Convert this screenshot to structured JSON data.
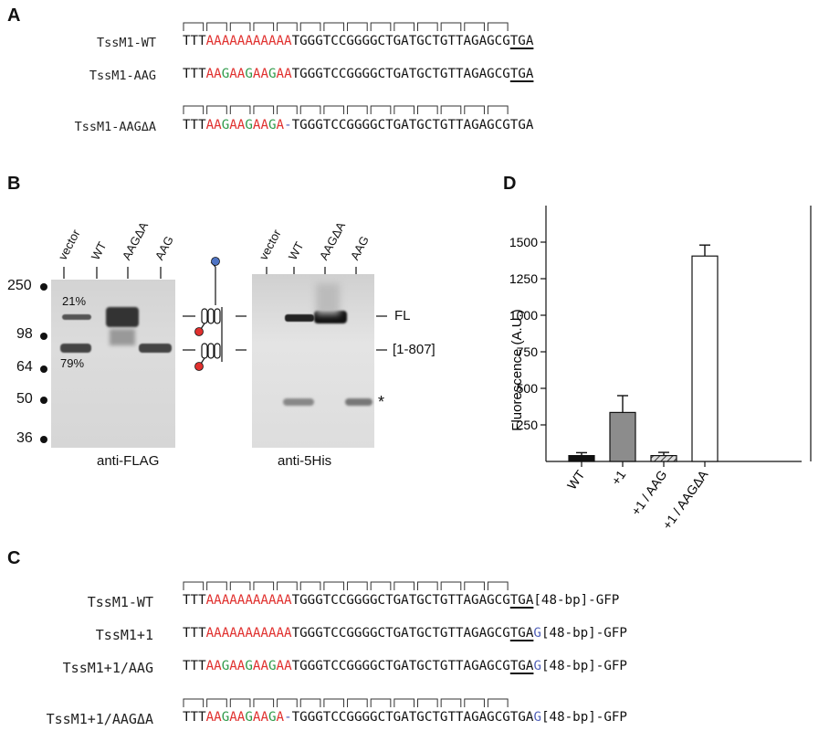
{
  "panels": {
    "a": "A",
    "b": "B",
    "c": "C",
    "d": "D"
  },
  "panel_a": {
    "rows": [
      {
        "label": "TssM1-WT",
        "parts": [
          {
            "t": "TTT",
            "c": ""
          },
          {
            "t": "AAAAAAAAAAA",
            "c": "r"
          },
          {
            "t": "TGGGTCCGGGGCTGATGCTGTTAGAGCG",
            "c": ""
          },
          {
            "t": "TGA",
            "c": "u"
          }
        ]
      },
      {
        "label": "TssM1-AAG",
        "parts": [
          {
            "t": "TTT",
            "c": ""
          },
          {
            "t": "AA",
            "c": "r"
          },
          {
            "t": "G",
            "c": "g"
          },
          {
            "t": "AA",
            "c": "r"
          },
          {
            "t": "G",
            "c": "g"
          },
          {
            "t": "AA",
            "c": "r"
          },
          {
            "t": "G",
            "c": "g"
          },
          {
            "t": "AA",
            "c": "r"
          },
          {
            "t": "TGGGTCCGGGGCTGATGCTGTTAGAGCG",
            "c": ""
          },
          {
            "t": "TGA",
            "c": "u"
          }
        ]
      },
      {
        "label": "TssM1-AAGΔA",
        "parts": [
          {
            "t": "TTT",
            "c": ""
          },
          {
            "t": "AA",
            "c": "r"
          },
          {
            "t": "G",
            "c": "g"
          },
          {
            "t": "AA",
            "c": "r"
          },
          {
            "t": "G",
            "c": "g"
          },
          {
            "t": "AA",
            "c": "r"
          },
          {
            "t": "G",
            "c": "g"
          },
          {
            "t": "A",
            "c": "r"
          },
          {
            "t": "-",
            "c": "b"
          },
          {
            "t": "TGGGTCCGGGGCTGATGCTGTTAGAGCGTGA",
            "c": ""
          }
        ]
      }
    ]
  },
  "panel_b": {
    "lanes_left": [
      "vector",
      "WT",
      "AAGΔA",
      "AAG"
    ],
    "lanes_right": [
      "vector",
      "WT",
      "AAGΔA",
      "AAG"
    ],
    "mw_markers": [
      "250",
      "98",
      "64",
      "50",
      "36"
    ],
    "pct_top": "21%",
    "pct_bottom": "79%",
    "label_fl": "FL",
    "label_trunc": "[1-807]",
    "label_star": "*",
    "caption_left": "anti-FLAG",
    "caption_right": "anti-5His"
  },
  "panel_c": {
    "rows": [
      {
        "label": "TssM1-WT",
        "parts": [
          {
            "t": "TTT",
            "c": ""
          },
          {
            "t": "AAAAAAAAAAA",
            "c": "r"
          },
          {
            "t": "TGGGTCCGGGGCTGATGCTGTTAGAGCG",
            "c": ""
          },
          {
            "t": "TGA",
            "c": "u"
          },
          {
            "t": "[48-bp]-GFP",
            "c": ""
          }
        ]
      },
      {
        "label": "TssM1+1",
        "parts": [
          {
            "t": "TTT",
            "c": ""
          },
          {
            "t": "AAAAAAAAAAA",
            "c": "r"
          },
          {
            "t": "TGGGTCCGGGGCTGATGCTGTTAGAGCG",
            "c": ""
          },
          {
            "t": "TGA",
            "c": "u"
          },
          {
            "t": "G",
            "c": "b"
          },
          {
            "t": "[48-bp]-GFP",
            "c": ""
          }
        ]
      },
      {
        "label": "TssM1+1/AAG",
        "parts": [
          {
            "t": "TTT",
            "c": ""
          },
          {
            "t": "AA",
            "c": "r"
          },
          {
            "t": "G",
            "c": "g"
          },
          {
            "t": "AA",
            "c": "r"
          },
          {
            "t": "G",
            "c": "g"
          },
          {
            "t": "AA",
            "c": "r"
          },
          {
            "t": "G",
            "c": "g"
          },
          {
            "t": "AA",
            "c": "r"
          },
          {
            "t": "TGGGTCCGGGGCTGATGCTGTTAGAGCG",
            "c": ""
          },
          {
            "t": "TGA",
            "c": "u"
          },
          {
            "t": "G",
            "c": "b"
          },
          {
            "t": "[48-bp]-GFP",
            "c": ""
          }
        ]
      },
      {
        "label": "TssM1+1/AAGΔA",
        "parts": [
          {
            "t": "TTT",
            "c": ""
          },
          {
            "t": "AA",
            "c": "r"
          },
          {
            "t": "G",
            "c": "g"
          },
          {
            "t": "AA",
            "c": "r"
          },
          {
            "t": "G",
            "c": "g"
          },
          {
            "t": "AA",
            "c": "r"
          },
          {
            "t": "G",
            "c": "g"
          },
          {
            "t": "A",
            "c": "r"
          },
          {
            "t": "-",
            "c": "b"
          },
          {
            "t": "TGGGTCCGGGGCTGATGCTGTTAGAGCGTGA",
            "c": ""
          },
          {
            "t": "G",
            "c": "b"
          },
          {
            "t": "[48-bp]-GFP",
            "c": ""
          }
        ]
      }
    ]
  },
  "chart_data": {
    "type": "bar",
    "categories": [
      "WT",
      "+1",
      "+1 / AAG",
      "+1 / AAGΔA"
    ],
    "values": [
      40,
      335,
      40,
      1405
    ],
    "errors": [
      20,
      115,
      22,
      75
    ],
    "fills": [
      "#111111",
      "#8c8c8c",
      "hatch",
      "#ffffff"
    ],
    "ylabel": "Fluorescence (A.U.)",
    "xlabel": "",
    "ylim": [
      0,
      1750
    ],
    "yticks": [
      250,
      500,
      750,
      1000,
      1250,
      1500
    ],
    "grid": false
  },
  "colors": {
    "red": "#e0302e",
    "green": "#2f9a4a",
    "blue": "#5060b8",
    "blot": "#d9d9d9"
  }
}
